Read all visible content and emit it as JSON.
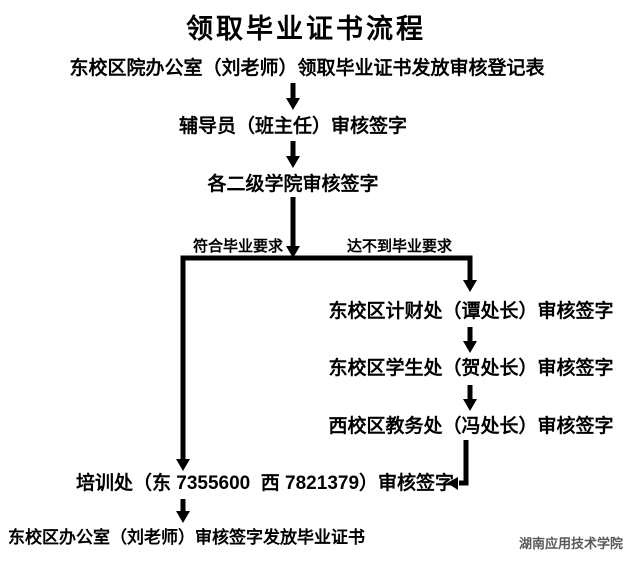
{
  "title": "领取毕业证书流程",
  "flow": {
    "pickup_form": "东校区院办公室（刘老师）领取毕业证书发放审核登记表",
    "counselor_sign": "辅导员（班主任）审核签字",
    "college_sign": "各二级学院审核签字",
    "branch_qualified": "符合毕业要求",
    "branch_not_qualified": "达不到毕业要求",
    "finance_sign": "东校区计财处（谭处长）审核签字",
    "student_office_sign": "东校区学生处（贺处长）审核签字",
    "academic_office_sign": "西校区教务处（冯处长）审核签字",
    "training_office_sign": "培训处（东 7355600  西 7821379）审核签字",
    "issue_certificate": "东校区办公室（刘老师）审核签字发放毕业证书"
  },
  "watermark": "湖南应用技术学院",
  "colors": {
    "text": "#000000",
    "background": "#ffffff",
    "watermark": "#595959"
  }
}
